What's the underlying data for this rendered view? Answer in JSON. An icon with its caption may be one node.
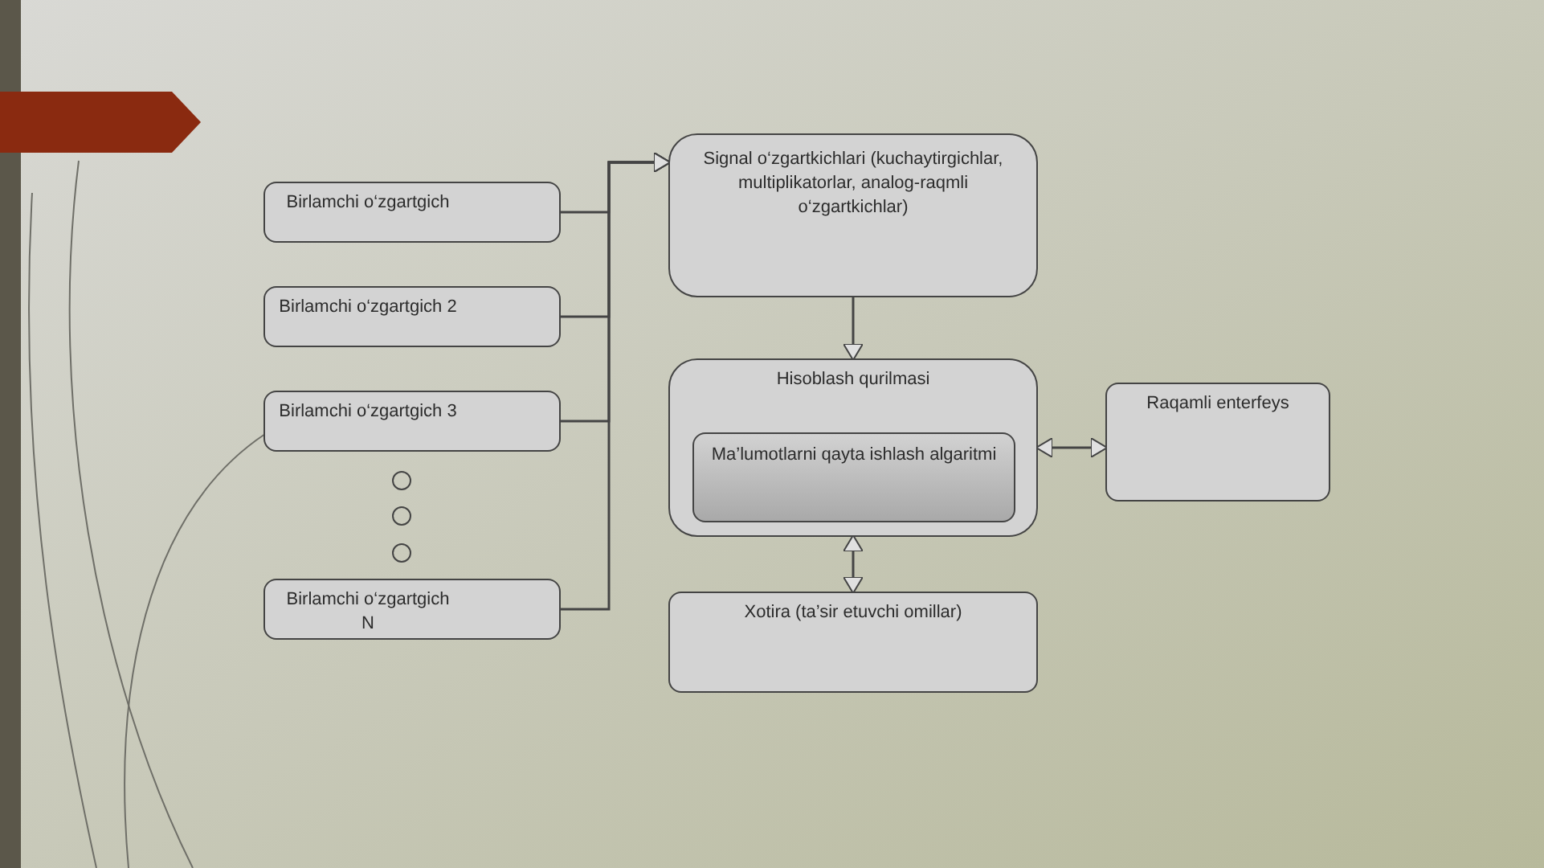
{
  "diagram": {
    "nodes": [
      {
        "text": [
          "Birlamchi o‘zgartgich"
        ]
      },
      {
        "text": [
          "Birlamchi o‘zgartgich 2"
        ]
      },
      {
        "text": [
          "Birlamchi o‘zgartgich 3"
        ]
      },
      {
        "text": [],
        "shape": "circle"
      },
      {
        "text": [],
        "shape": "circle"
      },
      {
        "text": [],
        "shape": "circle"
      },
      {
        "text": [
          "Birlamchi o‘zgartgich N"
        ]
      },
      {
        "text": [
          "Signal o‘zgartkichlari (kuchaytirgichlar, multiplikatorlar, analog-raqmli o‘zgartkichlar)"
        ]
      },
      {
        "text": [
          "Hisoblash qurilmasi"
        ]
      },
      {
        "text": [
          "Ma’lumotlarni qayta ishlash algaritmi"
        ],
        "in": 8
      },
      {
        "text": [
          "Xotira (ta’sir etuvchi omillar)"
        ]
      },
      {
        "text": [
          "Raqamli enterfeys"
        ]
      }
    ],
    "edges": [
      {
        "from": 0,
        "to": 7,
        "arrow": "to"
      },
      {
        "from": 1,
        "to": 7,
        "arrow": "to"
      },
      {
        "from": 2,
        "to": 7,
        "arrow": "to"
      },
      {
        "from": 6,
        "to": 7,
        "arrow": "to"
      },
      {
        "from": 7,
        "to": 8,
        "arrow": "to"
      },
      {
        "from": 8,
        "to": 11,
        "arrow": "both"
      },
      {
        "from": 8,
        "to": 10,
        "arrow": "both"
      }
    ]
  }
}
